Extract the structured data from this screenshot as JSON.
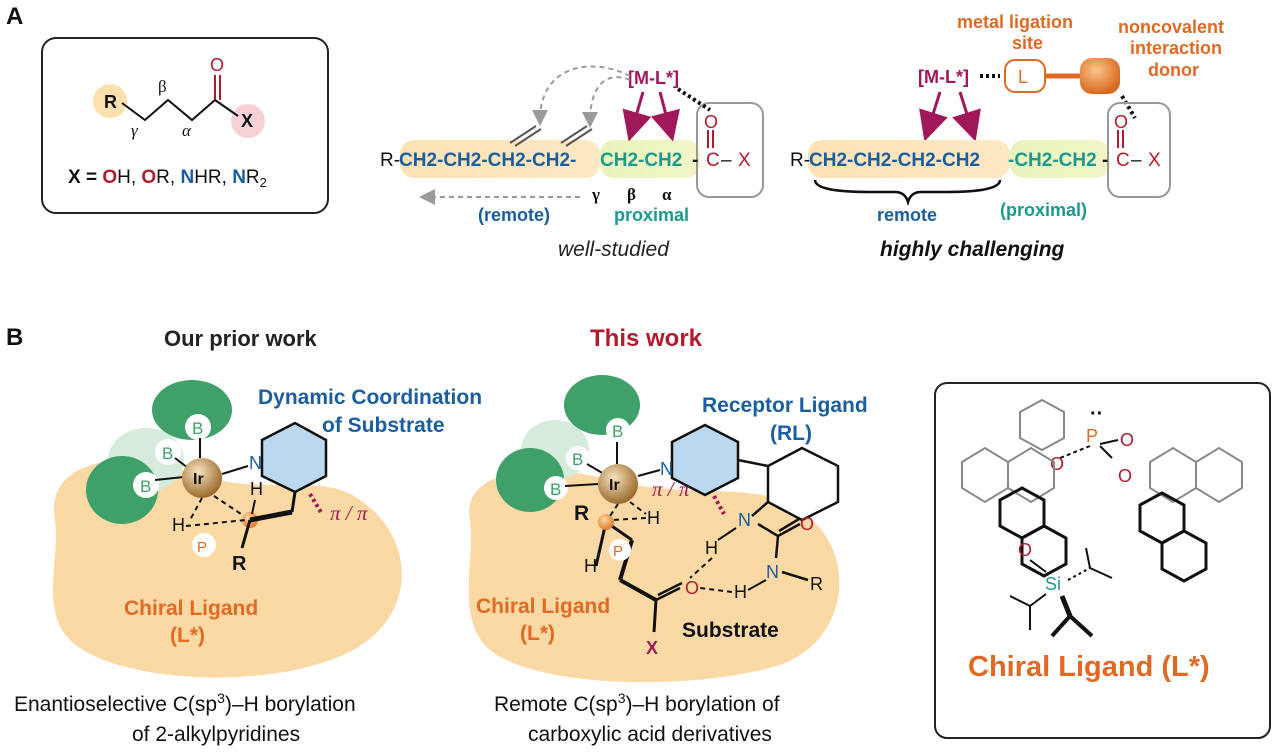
{
  "panel_a": {
    "letter": "A",
    "box": {
      "R": "R",
      "beta": "β",
      "gamma": "γ",
      "alpha": "α",
      "O": "O",
      "X": "X",
      "legend_prefix": "X = ",
      "legend_O1": "O",
      "legend_H": "H, ",
      "legend_O2": "O",
      "legend_R": "R, ",
      "legend_N1": "N",
      "legend_HR": "HR, ",
      "legend_N2": "N",
      "legend_R2": "R",
      "legend_sub2": "2"
    },
    "middle": {
      "ml": "[M-L*]",
      "chain_prefix": "R-",
      "chain_remote": "CH2-CH2-CH2-CH2-",
      "chain_proximal": "CH2-CH2",
      "dash_c": "-",
      "C": "C",
      "dash_x": "–",
      "X": "X",
      "O": "O",
      "gamma": "γ",
      "beta": "β",
      "alpha": "α",
      "remote_label": "(remote)",
      "proximal_label": "proximal",
      "caption": "well-studied"
    },
    "right": {
      "metal_ligation": "metal ligation",
      "site": "site",
      "noncovalent": "noncovalent",
      "interaction": "interaction",
      "donor": "donor",
      "ml": "[M-L*]",
      "L": "L",
      "chain_prefix": "R-",
      "chain_remote": "CH2-CH2-CH2-CH2",
      "chain_proximal": "-CH2-CH2",
      "dash_c": "-",
      "C": "C",
      "dash_x": "–",
      "X": "X",
      "O": "O",
      "remote_label": "remote",
      "proximal_label": "(proximal)",
      "caption": "highly challenging"
    }
  },
  "panel_b": {
    "letter": "B",
    "prior": {
      "title": "Our prior work",
      "dynamic1": "Dynamic Coordination",
      "dynamic2": "of Substrate",
      "B1": "B",
      "B2": "B",
      "B3": "B",
      "Ir": "Ir",
      "N": "N",
      "H1": "H",
      "H2": "H",
      "P": "P",
      "R": "R",
      "pipi": "π / π",
      "chiral1": "Chiral Ligand",
      "chiral2": "(L*)",
      "caption1_pre": "Enantioselective C(sp",
      "caption1_sup": "3",
      "caption1_post": ")–H borylation",
      "caption2": "of 2-alkylpyridines"
    },
    "this": {
      "title": "This work",
      "receptor1": "Receptor Ligand",
      "receptor2": "(RL)",
      "B1": "B",
      "B2": "B",
      "B3": "B",
      "Ir": "Ir",
      "N": "N",
      "H1": "H",
      "R": "R",
      "P": "P",
      "H2": "H",
      "H3": "H",
      "H4": "H",
      "N2": "N",
      "N3": "N",
      "O1": "O",
      "O2": "O",
      "R2": "R",
      "X": "X",
      "pipi": "π / π",
      "chiral1": "Chiral Ligand",
      "chiral2": "(L*)",
      "substrate": "Substrate",
      "caption1_pre": "Remote C(sp",
      "caption1_sup": "3",
      "caption1_post": ")–H borylation of",
      "caption2": "carboxylic acid derivatives"
    },
    "ligand_box": {
      "P": "P",
      "dots": "··",
      "O1": "O",
      "O2": "O",
      "O3": "O",
      "Si": "Si",
      "title": "Chiral Ligand (L*)"
    }
  },
  "colors": {
    "red": "#b01c2e",
    "blue": "#1a5e9f",
    "teal": "#1b9a8e",
    "orange": "#e06a24",
    "magenta": "#a0185a",
    "green": "#3fa06a",
    "lightgreen": "#a8d6b4",
    "peach": "#fbd9a4",
    "pale_yellow": "#f7f3b6",
    "gray": "#888888"
  }
}
